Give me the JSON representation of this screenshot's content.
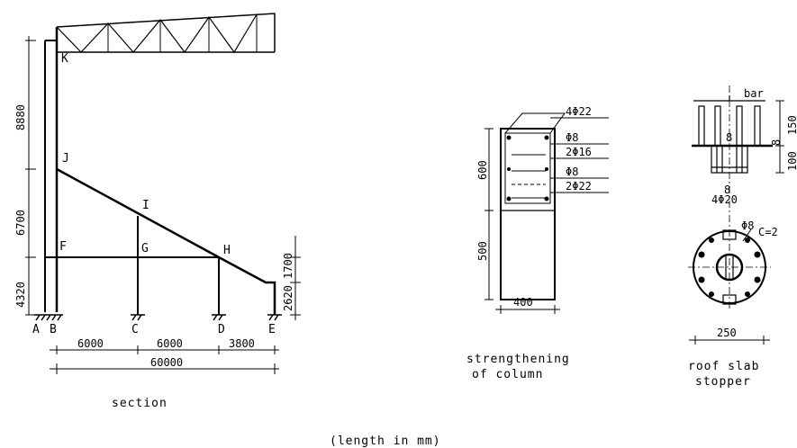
{
  "section": {
    "nodes": {
      "A": "A",
      "B": "B",
      "C": "C",
      "D": "D",
      "E": "E",
      "F": "F",
      "G": "G",
      "H": "H",
      "I": "I",
      "J": "J",
      "K": "K"
    },
    "heights": [
      "8880",
      "6700",
      "4320"
    ],
    "right_dims": [
      "1700",
      "2620"
    ],
    "spans": [
      "6000",
      "6000",
      "3800"
    ],
    "total": "60000",
    "caption": "section"
  },
  "column": {
    "bars": [
      "4Φ22",
      "Φ8",
      "2Φ16",
      "Φ8",
      "2Φ22"
    ],
    "dims": [
      "600",
      "500"
    ],
    "width": "400",
    "caption": [
      "strengthening",
      "of column"
    ]
  },
  "stopper": {
    "bar_label": "bar",
    "dims": [
      "150",
      "100",
      "8",
      "8",
      "8",
      "4Φ20",
      "250"
    ],
    "weld": "Φ8",
    "c_label": "C=2",
    "caption": [
      "roof slab",
      "stopper"
    ]
  },
  "footer": "(length in mm)"
}
